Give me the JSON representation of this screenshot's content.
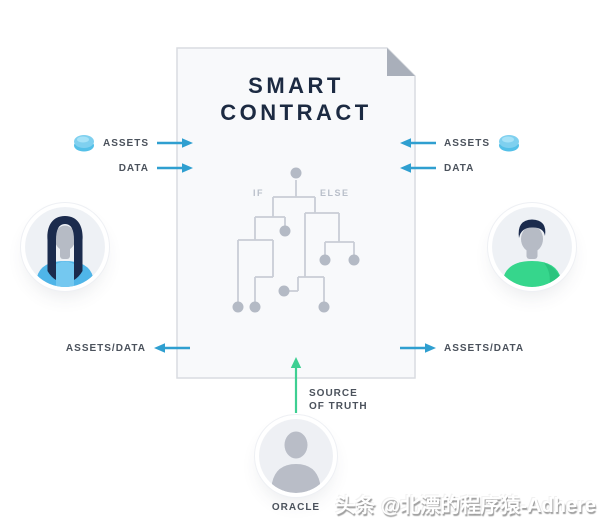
{
  "contract": {
    "title_line1": "SMART",
    "title_line2": "CONTRACT",
    "if_label": "IF",
    "else_label": "ELSE"
  },
  "left_party": {
    "input_assets": "ASSETS",
    "input_data": "DATA",
    "output": "ASSETS/DATA"
  },
  "right_party": {
    "input_assets": "ASSETS",
    "input_data": "DATA",
    "output": "ASSETS/DATA"
  },
  "oracle": {
    "label": "ORACLE",
    "source_line1": "SOURCE",
    "source_line2": "OF TRUTH"
  },
  "watermark": "头条 @北漂的程序猿-Adhere",
  "icons": {
    "coin": "assets-coin-icon",
    "arrow_blue": "flow-arrow-icon",
    "arrow_green": "truth-arrow-icon"
  },
  "colors": {
    "arrow_blue": "#2f9fd0",
    "oracle_green": "#3ecf92",
    "coin_blue_light": "#7fd0ef",
    "coin_blue_dark": "#54c0e8",
    "title_navy": "#1c2a42",
    "tree_gray": "#c9cdd6",
    "node_gray": "#b4bac5",
    "label_gray": "#4b525c",
    "doc_fill": "#f8f9fb",
    "doc_border": "#d9dce1",
    "fold_gray": "#a9afba",
    "hair_navy": "#1b2b4d",
    "skin_gray": "#b6bbc5",
    "woman_shirt_blue": "#4fb5e8",
    "man_shirt_green": "#36d68c",
    "avatar_bg": "#eef1f5"
  }
}
